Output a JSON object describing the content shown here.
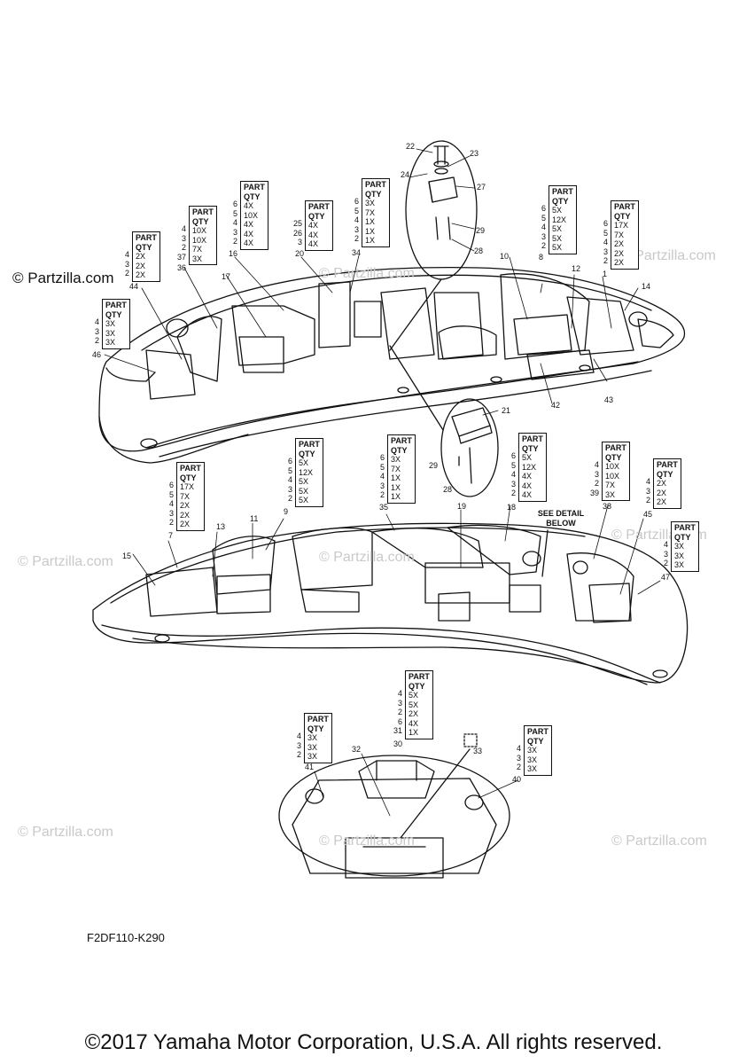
{
  "watermarks": [
    "© Partzilla.com",
    "© Partzilla.com",
    "© Partzilla.com",
    "© Partzilla.com",
    "© Partzilla.com",
    "© Partzilla.com",
    "© Partzilla.com",
    "© Partzilla.com"
  ],
  "brand": "© Partzilla.com",
  "diagram_code": "F2DF110-K290",
  "copyright": "©2017 Yamaha Motor Corporation, U.S.A. All rights reserved.",
  "see_detail": "SEE DETAIL BELOW",
  "qty_header": [
    "PART",
    "QTY"
  ],
  "qty_boxes": [
    {
      "parts": [
        "4",
        "3",
        "2"
      ],
      "qtys": [
        "2X",
        "2X",
        "2X"
      ],
      "ref": "44"
    },
    {
      "parts": [
        "4",
        "3",
        "2"
      ],
      "qtys": [
        "3X",
        "3X",
        "3X"
      ],
      "ref": "46"
    },
    {
      "parts": [
        "4",
        "3",
        "2",
        "37"
      ],
      "qtys": [
        "10X",
        "10X",
        "7X",
        "3X"
      ],
      "ref": "36"
    },
    {
      "parts": [
        "6",
        "5",
        "4",
        "3",
        "2"
      ],
      "qtys": [
        "4X",
        "10X",
        "4X",
        "4X",
        "4X"
      ],
      "ref": "16"
    },
    {
      "parts": [
        "25",
        "26",
        "3"
      ],
      "qtys": [
        "4X",
        "4X",
        "4X"
      ],
      "ref": "20"
    },
    {
      "parts": [
        "6",
        "5",
        "4",
        "3",
        "2"
      ],
      "qtys": [
        "3X",
        "7X",
        "1X",
        "1X",
        "1X"
      ],
      "ref": "34"
    },
    {
      "parts": [
        "6",
        "5",
        "4",
        "3",
        "2"
      ],
      "qtys": [
        "5X",
        "12X",
        "5X",
        "5X",
        "5X"
      ],
      "ref": "8"
    },
    {
      "parts": [
        "6",
        "5",
        "4",
        "3",
        "2"
      ],
      "qtys": [
        "17X",
        "7X",
        "2X",
        "2X",
        "2X"
      ],
      "ref": "1"
    },
    {
      "parts": [
        "6",
        "5",
        "4",
        "3",
        "2"
      ],
      "qtys": [
        "17X",
        "7X",
        "2X",
        "2X",
        "2X"
      ],
      "ref": "7"
    },
    {
      "parts": [
        "6",
        "5",
        "4",
        "3",
        "2"
      ],
      "qtys": [
        "5X",
        "12X",
        "5X",
        "5X",
        "5X"
      ],
      "ref": "9"
    },
    {
      "parts": [
        "6",
        "5",
        "4",
        "3",
        "2"
      ],
      "qtys": [
        "3X",
        "7X",
        "1X",
        "1X",
        "1X"
      ],
      "ref": "35"
    },
    {
      "parts": [
        "6",
        "5",
        "4",
        "3",
        "2"
      ],
      "qtys": [
        "5X",
        "12X",
        "4X",
        "4X",
        "4X"
      ],
      "ref": "18"
    },
    {
      "parts": [
        "4",
        "3",
        "2",
        "39"
      ],
      "qtys": [
        "10X",
        "10X",
        "7X",
        "3X"
      ],
      "ref": "38"
    },
    {
      "parts": [
        "4",
        "3",
        "2"
      ],
      "qtys": [
        "2X",
        "2X",
        "2X"
      ],
      "ref": "45"
    },
    {
      "parts": [
        "4",
        "3",
        "2"
      ],
      "qtys": [
        "3X",
        "3X",
        "3X"
      ],
      "ref": "47"
    },
    {
      "parts": [
        "4",
        "3",
        "2",
        "6",
        "31"
      ],
      "qtys": [
        "5X",
        "5X",
        "2X",
        "4X",
        "1X"
      ],
      "ref": "30"
    },
    {
      "parts": [
        "4",
        "3",
        "2"
      ],
      "qtys": [
        "3X",
        "3X",
        "3X"
      ],
      "ref": "41"
    },
    {
      "parts": [
        "4",
        "3",
        "2"
      ],
      "qtys": [
        "3X",
        "3X",
        "3X"
      ],
      "ref": "40"
    }
  ],
  "callouts": [
    "22",
    "23",
    "24",
    "27",
    "29",
    "28",
    "17",
    "10",
    "12",
    "14",
    "42",
    "43",
    "21",
    "29",
    "28",
    "19",
    "13",
    "11",
    "15",
    "32",
    "33"
  ]
}
